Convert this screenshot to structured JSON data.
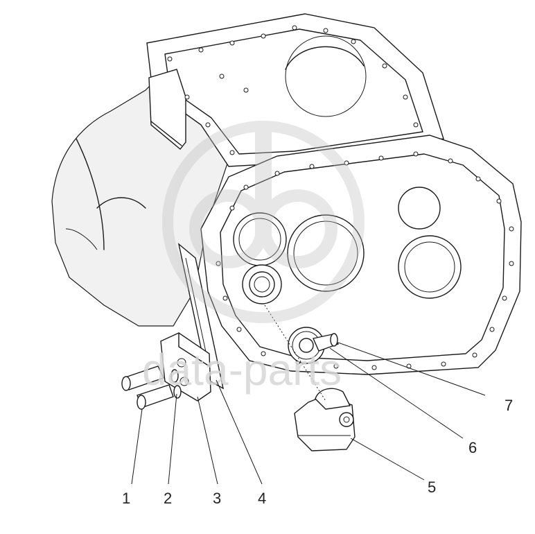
{
  "watermark": {
    "text": "data-parts",
    "logo_icon": "db-logo-icon"
  },
  "callouts": [
    {
      "id": 1,
      "label": "1"
    },
    {
      "id": 2,
      "label": "2"
    },
    {
      "id": 3,
      "label": "3"
    },
    {
      "id": 4,
      "label": "4"
    },
    {
      "id": 5,
      "label": "5"
    },
    {
      "id": 6,
      "label": "6"
    },
    {
      "id": 7,
      "label": "7"
    }
  ],
  "colors": {
    "line": "#1a1a1a",
    "watermark": "#d6d6d6",
    "background": "#ffffff"
  }
}
